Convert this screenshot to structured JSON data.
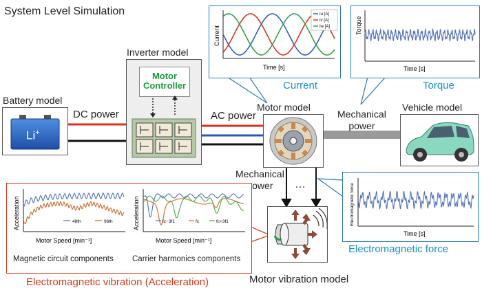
{
  "title": "System Level Simulation",
  "battery": {
    "label": "Battery model",
    "cell_text": "Li",
    "cell_sup": "+"
  },
  "dc_power": "DC power",
  "inverter": {
    "label": "Inverter model",
    "controller_line1": "Motor",
    "controller_line2": "Controller"
  },
  "ac_power": "AC power",
  "motor": {
    "label": "Motor model"
  },
  "mech_power_1": {
    "line1": "Mechanical",
    "line2": "power"
  },
  "vehicle": {
    "label": "Vehicle model"
  },
  "mech_power_2": {
    "line1": "Mechanical",
    "line2": "power"
  },
  "ellipsis": "…",
  "current_panel": {
    "caption": "Current",
    "ylabel": "Current",
    "xlabel": "Time [s]",
    "legend": [
      "Iu [A]",
      "Iv [A]",
      "Iw [A]"
    ]
  },
  "torque_panel": {
    "caption": "Torque",
    "ylabel": "Torque",
    "xlabel": "Time [s]"
  },
  "emf_panel": {
    "caption": "Electromagnetic force",
    "ylabel": "Electromagnetic force",
    "xlabel": "Time [s]"
  },
  "vibration": {
    "caption": "Electromagnetic vibration (Acceleration)",
    "left_plot": {
      "ylabel": "Acceleration",
      "xlabel": "Motor Speed [min⁻¹]",
      "legend": [
        "48th",
        "96th"
      ],
      "caption": "Magnetic circuit components"
    },
    "right_plot": {
      "ylabel": "Acceleration",
      "xlabel": "Motor Speed [min⁻¹]",
      "legend": [
        "fc−3f1",
        "fc",
        "fc+3f1"
      ],
      "caption": "Carrier harmonics components"
    }
  },
  "motor_vibration": {
    "label": "Motor vibration model"
  },
  "colors": {
    "accent_cyan": "#1b8fc8",
    "accent_red": "#d8391d",
    "phase_u": "#2f5fb7",
    "phase_v": "#d8391d",
    "phase_w": "#3a9c4a",
    "signal_blue": "#4f6fb8",
    "orange": "#c86a2a",
    "green": "#48a848",
    "controller_green": "#1a9a3a"
  }
}
